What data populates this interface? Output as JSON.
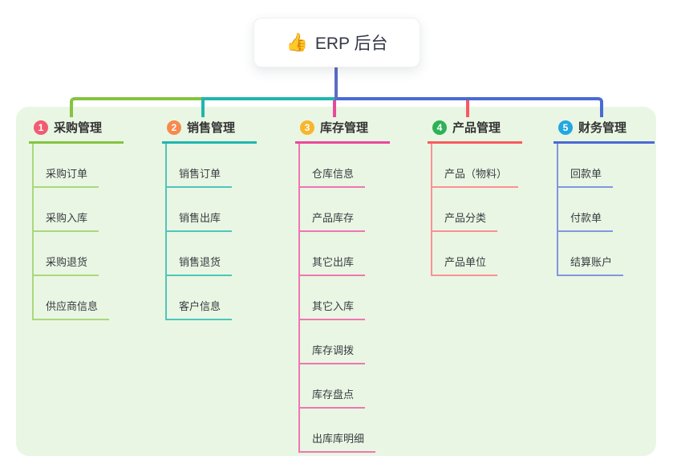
{
  "root": {
    "title": "ERP 后台",
    "icon": "thumbs-up"
  },
  "palette": {
    "panel_bg": "#e9f6e3",
    "root_line_color": "#5c6cc5",
    "text_color": "#383c42"
  },
  "branches": [
    {
      "badge": "1",
      "label": "采购管理",
      "badge_color": "#f25c72",
      "line_color": "#85c341",
      "child_line_color": "#a9d87d",
      "children": [
        "采购订单",
        "采购入库",
        "采购退货",
        "供应商信息"
      ]
    },
    {
      "badge": "2",
      "label": "销售管理",
      "badge_color": "#f78a4d",
      "line_color": "#20b6ad",
      "child_line_color": "#4fc5bd",
      "children": [
        "销售订单",
        "销售出库",
        "销售退货",
        "客户信息"
      ]
    },
    {
      "badge": "3",
      "label": "库存管理",
      "badge_color": "#f8b62d",
      "line_color": "#e9489c",
      "child_line_color": "#f075b3",
      "children": [
        "仓库信息",
        "产品库存",
        "其它出库",
        "其它入库",
        "库存调拨",
        "库存盘点",
        "出库库明细"
      ]
    },
    {
      "badge": "4",
      "label": "产品管理",
      "badge_color": "#2eb157",
      "line_color": "#f85a60",
      "child_line_color": "#fa9094",
      "children": [
        "产品（物料）",
        "产品分类",
        "产品单位"
      ]
    },
    {
      "badge": "5",
      "label": "财务管理",
      "badge_color": "#23a7e0",
      "line_color": "#4a6ad5",
      "child_line_color": "#8296e0",
      "children": [
        "回款单",
        "付款单",
        "结算账户"
      ]
    }
  ]
}
